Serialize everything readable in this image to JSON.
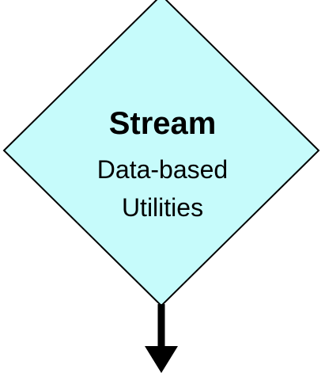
{
  "diagram": {
    "node": {
      "shape": "diamond",
      "title": "Stream",
      "subtitle_lines": [
        "Data-based",
        "Utilities"
      ],
      "fill_color": "#c6fbfb",
      "stroke_color": "#000000"
    },
    "connector": {
      "direction": "down",
      "color": "#000000"
    }
  }
}
